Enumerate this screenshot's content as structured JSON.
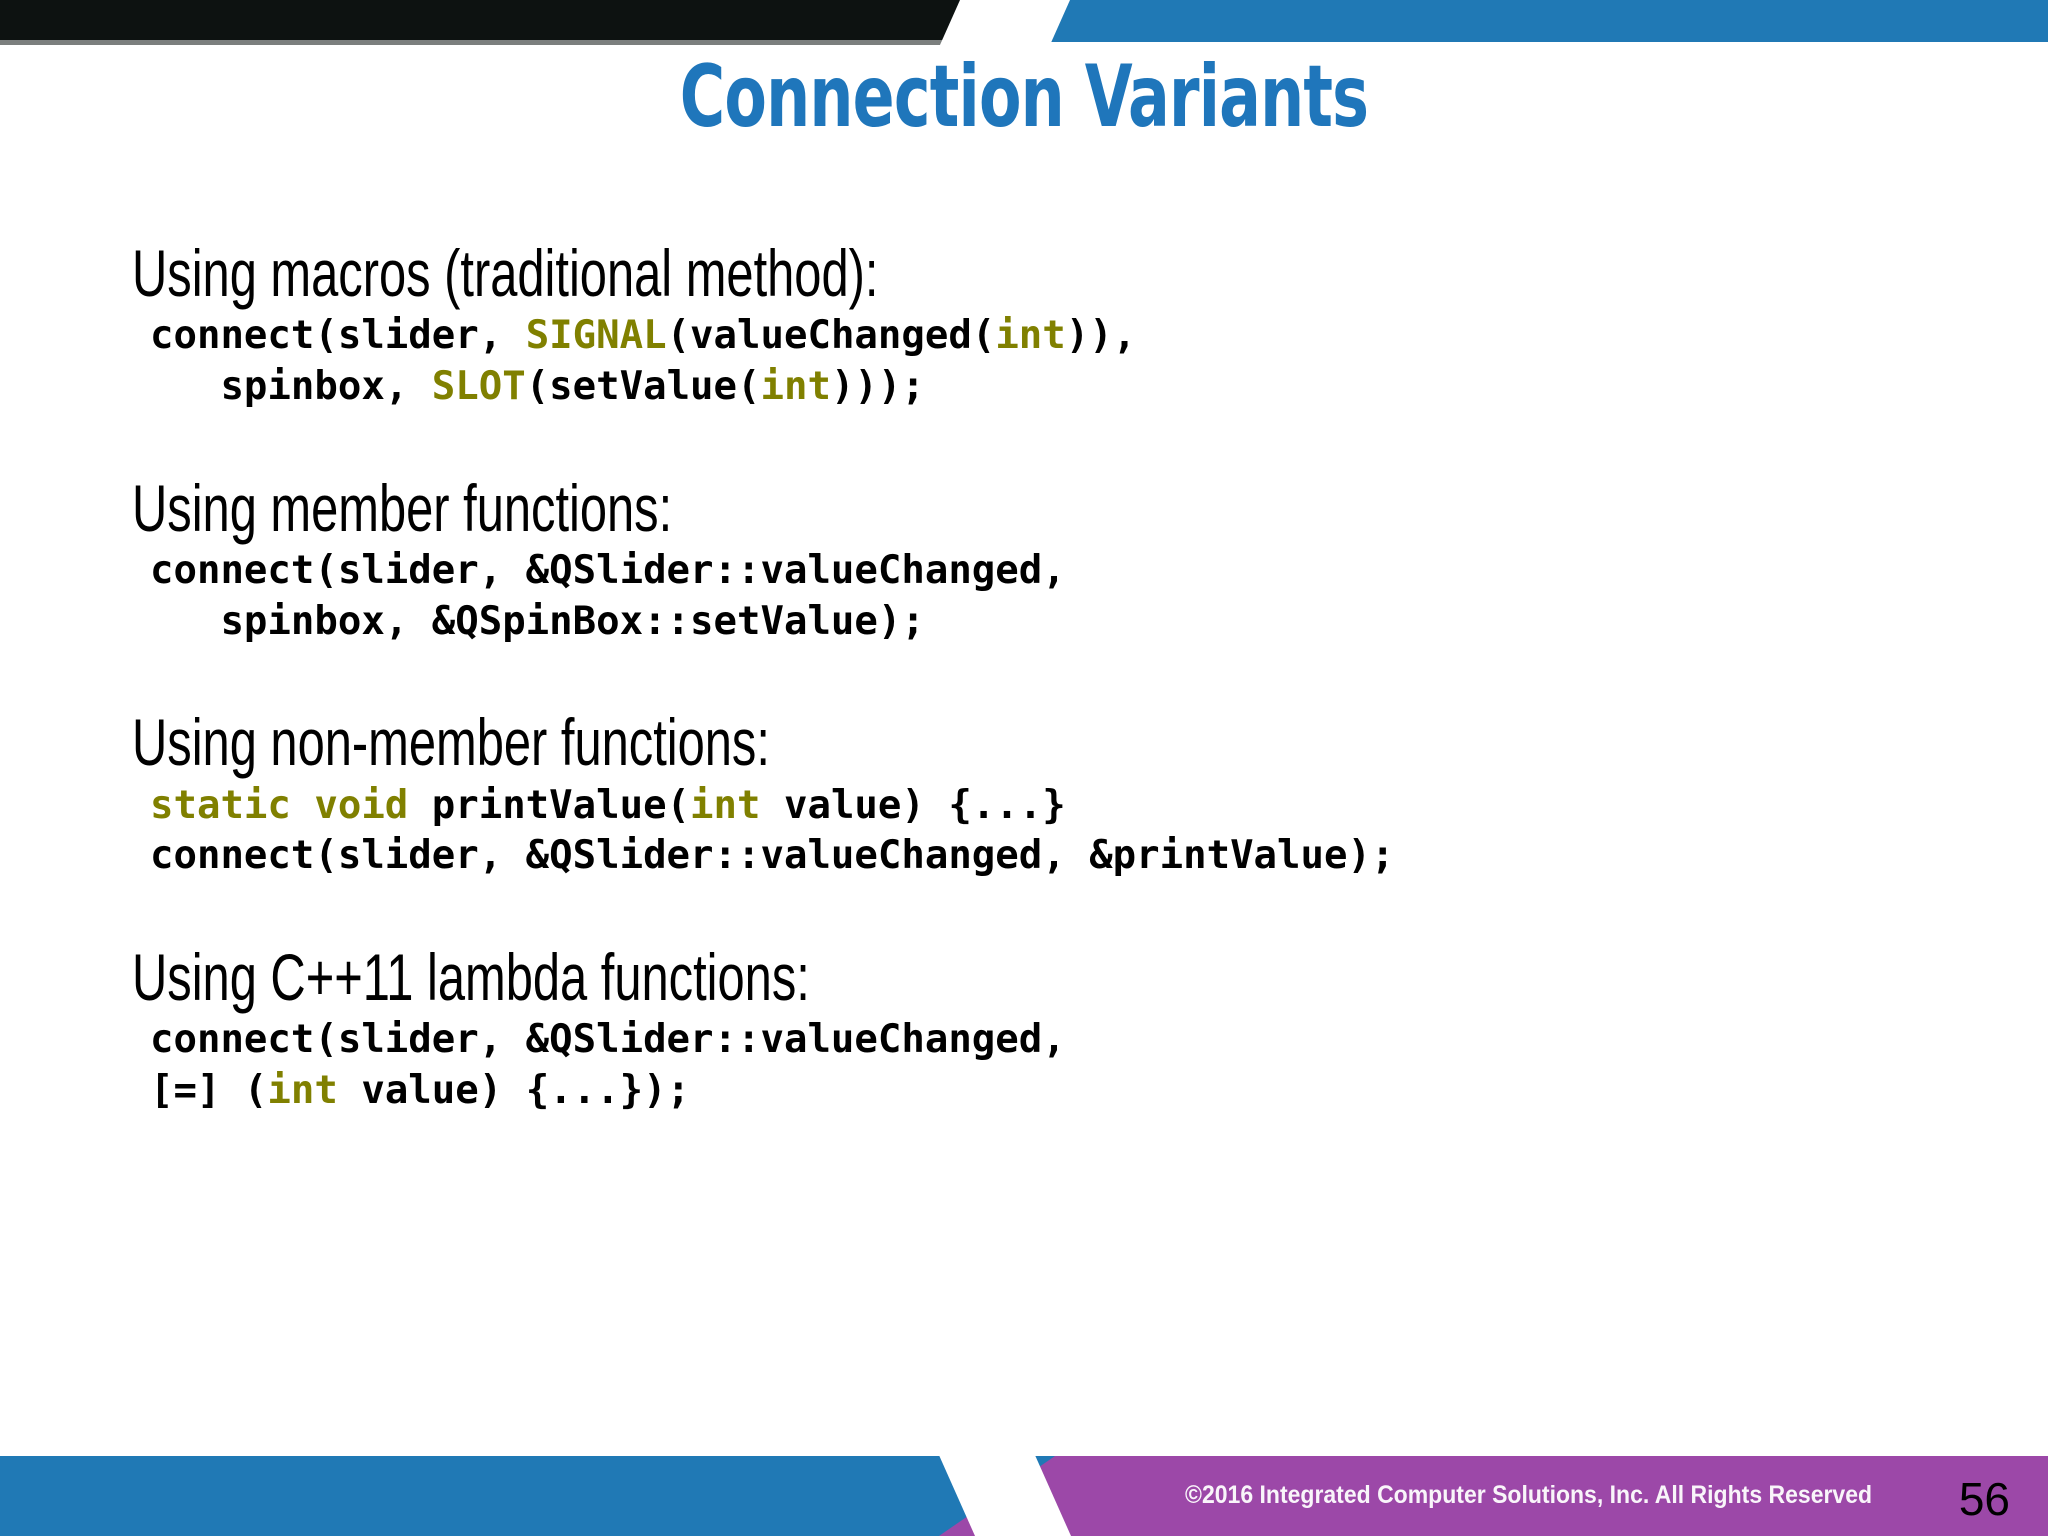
{
  "theme": {
    "title_color": "#1f76bb",
    "banner_blue": "#2079b5",
    "banner_black": "#0d1211",
    "footer_purple": "#9c48a8",
    "keyword_color": "#808000",
    "body_text_color": "#000000",
    "background": "#ffffff"
  },
  "slide": {
    "title": "Connection Variants"
  },
  "sections": [
    {
      "heading": "Using macros (traditional method):",
      "code": [
        [
          {
            "t": "connect(slider, ",
            "kw": false
          },
          {
            "t": "SIGNAL",
            "kw": true
          },
          {
            "t": "(valueChanged(",
            "kw": false
          },
          {
            "t": "int",
            "kw": true
          },
          {
            "t": ")),",
            "kw": false
          }
        ],
        [
          {
            "t": "   spinbox, ",
            "kw": false
          },
          {
            "t": "SLOT",
            "kw": true
          },
          {
            "t": "(setValue(",
            "kw": false
          },
          {
            "t": "int",
            "kw": true
          },
          {
            "t": ")));",
            "kw": false
          }
        ]
      ]
    },
    {
      "heading": "Using member functions:",
      "code": [
        [
          {
            "t": "connect(slider, &QSlider::valueChanged,",
            "kw": false
          }
        ],
        [
          {
            "t": "   spinbox, &QSpinBox::setValue);",
            "kw": false
          }
        ]
      ]
    },
    {
      "heading": "Using non-member functions:",
      "code": [
        [
          {
            "t": "static void",
            "kw": true
          },
          {
            "t": " printValue(",
            "kw": false
          },
          {
            "t": "int",
            "kw": true
          },
          {
            "t": " value) {...}",
            "kw": false
          }
        ],
        [
          {
            "t": "connect(slider, &QSlider::valueChanged, &printValue);",
            "kw": false
          }
        ]
      ]
    },
    {
      "heading": "Using C++11 lambda functions:",
      "code": [
        [
          {
            "t": "connect(slider, &QSlider::valueChanged,",
            "kw": false
          }
        ],
        [
          {
            "t": "[=] (",
            "kw": false
          },
          {
            "t": "int",
            "kw": true
          },
          {
            "t": " value) {...});",
            "kw": false
          }
        ]
      ]
    }
  ],
  "footer": {
    "copyright": "©2016 Integrated Computer Solutions, Inc. All Rights Reserved",
    "page_number": "56"
  }
}
